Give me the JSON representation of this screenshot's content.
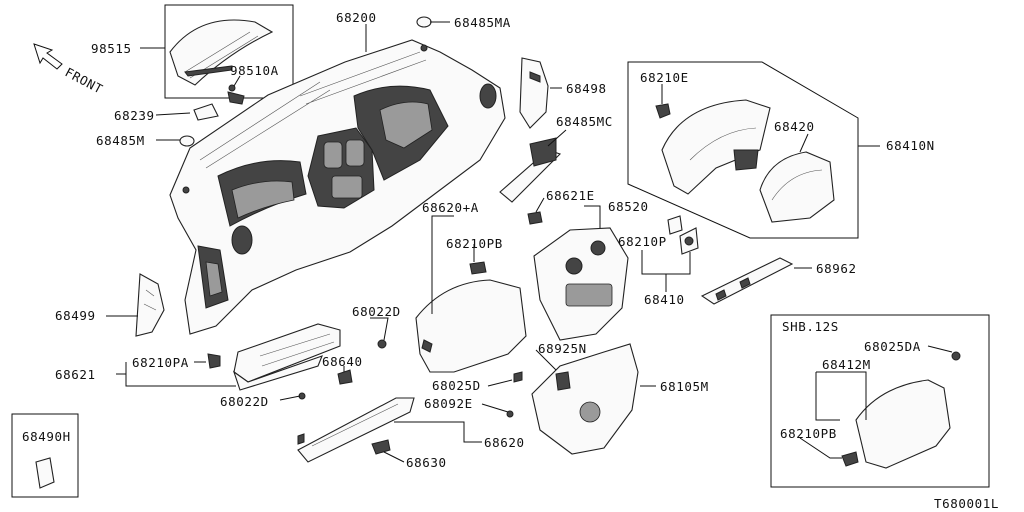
{
  "diagram": {
    "direction_label": "FRONT",
    "footer_code": "T680001L",
    "labels": {
      "p68200": "68200",
      "p68485MA": "68485MA",
      "p98515": "98515",
      "p98510A": "98510A",
      "p68239": "68239",
      "p68485M": "68485M",
      "p68498": "68498",
      "p68485MC": "68485MC",
      "p68210E": "68210E",
      "p68420": "68420",
      "p68410N": "68410N",
      "p68621E": "68621E",
      "p68520": "68520",
      "p68620A": "68620+A",
      "p68210PB": "68210PB",
      "p68210P": "68210P",
      "p68410": "68410",
      "p68962": "68962",
      "p68499": "68499",
      "p68022D_top": "68022D",
      "p68640": "68640",
      "p68621": "68621",
      "p68210PA": "68210PA",
      "p68022D_bot": "68022D",
      "p68925N": "68925N",
      "p68025D": "68025D",
      "p68092E": "68092E",
      "p68105M": "68105M",
      "p68620": "68620",
      "p68630": "68630",
      "p68490H": "68490H"
    },
    "inset_box": {
      "title": "SHB.12S",
      "l_68025DA": "68025DA",
      "l_68412M": "68412M",
      "l_68210PB": "68210PB"
    }
  }
}
